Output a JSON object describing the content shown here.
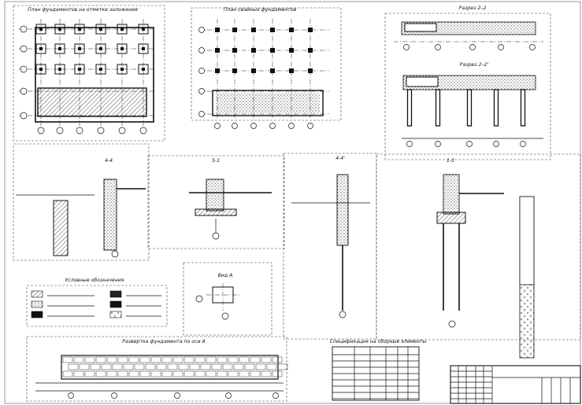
{
  "sheet": {
    "title_plan_foundation": "План фундаментов на отметке заложения",
    "title_plan_piles": "План свайных фундаментов",
    "title_section_2_2": "Разрез 2–2",
    "title_section_2_2_prime": "Разрез 2–2'",
    "title_node_4_4": "4-4",
    "title_node_5_1": "5-1",
    "title_node_4_4_prime": "4-4'",
    "title_node_1_1": "1-1",
    "title_legend": "Условные обозначения",
    "title_view_a": "Вид А",
    "title_development": "Развертка фундамента по оси А",
    "title_spec": "Спецификация на сборные элементы"
  },
  "colors": {
    "ink": "#111111",
    "frame": "#555555",
    "hatch": "#222222",
    "paper": "#ffffff"
  }
}
